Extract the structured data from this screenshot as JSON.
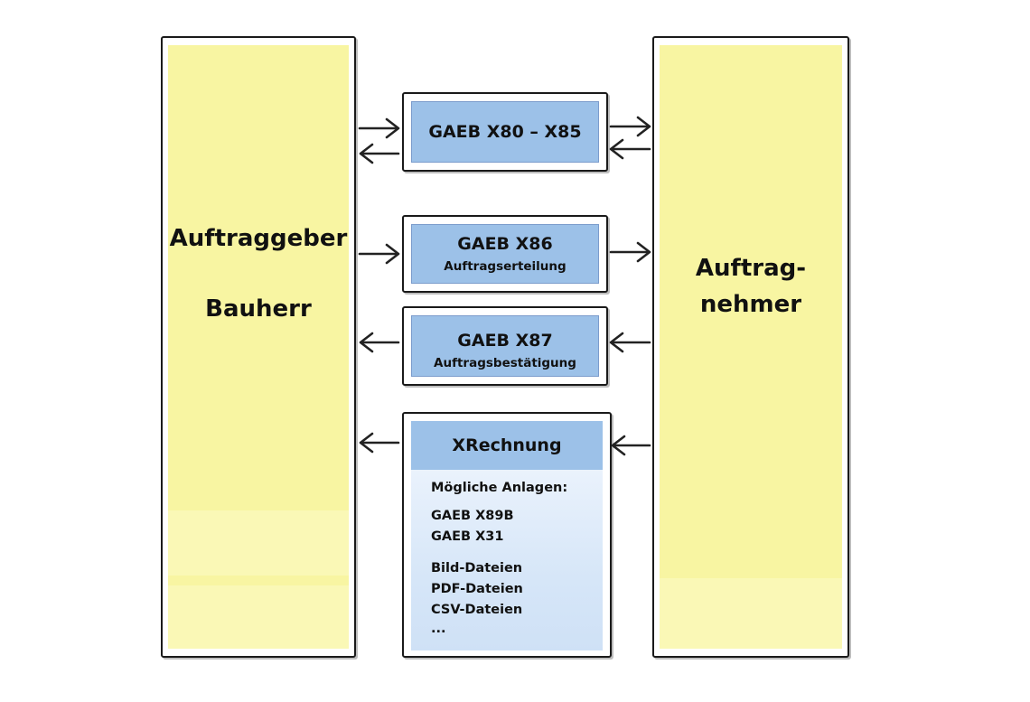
{
  "diagram": {
    "client": {
      "line1": "Auftraggeber",
      "line2": "Bauherr",
      "fill_color": "#f8f5a2"
    },
    "contractor": {
      "line1": "Auftrag-",
      "line2": "nehmer",
      "fill_color": "#f8f5a2"
    },
    "messages": [
      {
        "title": "GAEB X80 – X85",
        "subtitle": "",
        "direction": "both"
      },
      {
        "title": "GAEB X86",
        "subtitle": "Auftragserteilung",
        "direction": "to-contractor"
      },
      {
        "title": "GAEB X87",
        "subtitle": "Auftragsbestätigung",
        "direction": "to-client"
      }
    ],
    "invoice": {
      "title": "XRechnung",
      "attachments_label": "Mögliche Anlagen:",
      "attachments": [
        "GAEB X89B",
        "GAEB X31",
        "Bild-Dateien",
        "PDF-Dateien",
        "CSV-Dateien",
        "..."
      ],
      "direction": "to-client"
    },
    "box_color": "#9cc1e8"
  }
}
